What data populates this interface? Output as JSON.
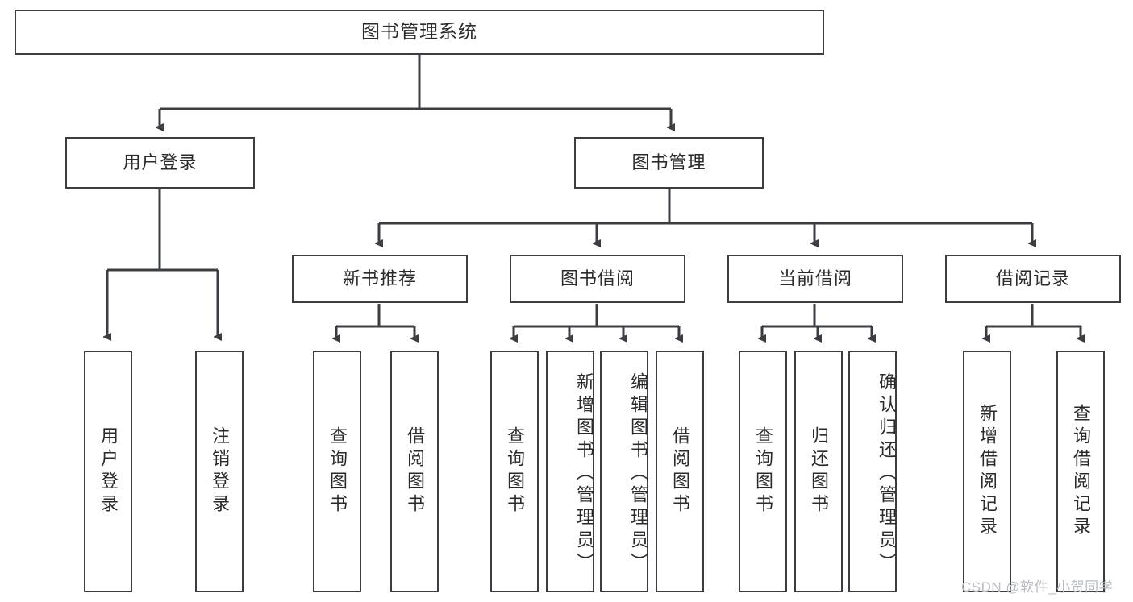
{
  "diagram": {
    "title": "图书管理系统",
    "root": {
      "label": "图书管理系统"
    },
    "level2": [
      {
        "label": "用户登录"
      },
      {
        "label": "图书管理"
      }
    ],
    "level3": [
      {
        "label": "新书推荐"
      },
      {
        "label": "图书借阅"
      },
      {
        "label": "当前借阅"
      },
      {
        "label": "借阅记录"
      }
    ],
    "leaves": [
      {
        "label": "用户登录",
        "parent": "用户登录"
      },
      {
        "label": "注销登录",
        "parent": "用户登录"
      },
      {
        "label": "查询图书",
        "parent": "新书推荐"
      },
      {
        "label": "借阅图书",
        "parent": "新书推荐"
      },
      {
        "label": "查询图书",
        "parent": "图书借阅"
      },
      {
        "label": "新增图书（管理员）",
        "parent": "图书借阅"
      },
      {
        "label": "编辑图书（管理员）",
        "parent": "图书借阅"
      },
      {
        "label": "借阅图书",
        "parent": "图书借阅"
      },
      {
        "label": "查询图书",
        "parent": "当前借阅"
      },
      {
        "label": "归还图书",
        "parent": "当前借阅"
      },
      {
        "label": "确认归还（管理员）",
        "parent": "当前借阅"
      },
      {
        "label": "新增借阅记录",
        "parent": "借阅记录"
      },
      {
        "label": "查询借阅记录",
        "parent": "借阅记录"
      }
    ],
    "watermark": "CSDN @软件_小贺同学",
    "colors": {
      "line": "#3a3d42",
      "box_border": "#3a3d42",
      "box_fill": "#ffffff",
      "text": "#2b2b2b",
      "watermark": "#b9bcc0",
      "background": "#ffffff"
    }
  }
}
